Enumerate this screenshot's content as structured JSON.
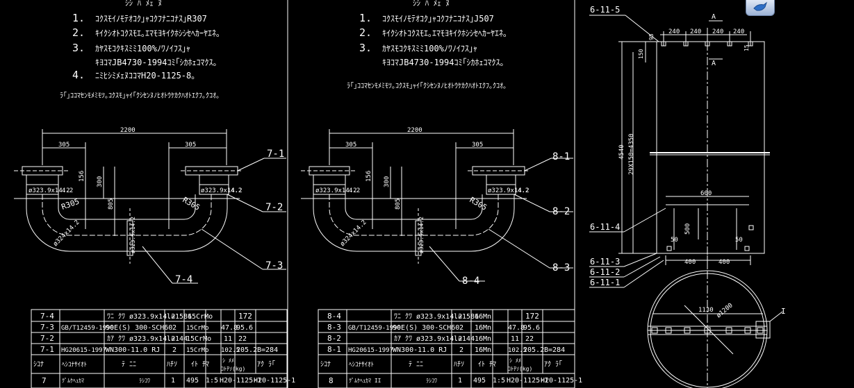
{
  "left": {
    "title_fragment": "ｼｼ   ﾊ   ﾒｪ   ﾇ",
    "notes": [
      {
        "n": "1.",
        "text": "ｺｸｽﾓｲﾉﾓﾃｵｺｸ｣ｬｺｸﾌﾅﾆｺﾅｽ｣R307"
      },
      {
        "n": "2.",
        "text": "ｷｲｸｼｵﾄｺｸｽﾓｴ｡ｴﾏﾓﾖｷｲｸﾎｼｼｾﾍｶｰﾔｴﾈ｡"
      },
      {
        "n": "3.",
        "text": "ｶﾔｽﾓｺｸｷｽﾐﾐ100%ﾉﾜﾉｲﾌｽ｣ｬ"
      },
      {
        "n": "",
        "text": "ｷﾖｺﾏJB4730-1994ｺﾐ｢ｼｶﾎｪｺﾏｸｽ｡"
      },
      {
        "n": "4.",
        "text": "ﾆﾐﾋｼﾐﾒｪﾇｺｺﾏH20-1125-8｡"
      }
    ],
    "footnote": "ﾗ｢｣ｺｺﾏｾﾝﾓﾒﾐﾓﾂ｡ｺｸｽﾓ｣ｬｲ｢ｸｼｾﾝﾇﾉﾋｵﾄｳｹｶｸﾊｵﾄｴｸﾌ｡ｸｺｵ｡"
  },
  "mid": {
    "title_fragment": "ｼｼ   ﾊ   ﾒｪ   ﾇ",
    "notes": [
      {
        "n": "1.",
        "text": "ｺｸｽﾓｲﾉﾓﾃｵｺｸ｣ｬｺｸﾌﾅﾆｺﾅｽ｣J507"
      },
      {
        "n": "2.",
        "text": "ｷｲｸｼｵﾄｺｸｽﾓｴ｡ｴﾏﾓﾖｷｲｸﾎｼｼｾﾍｶｰﾔｴﾈ｡"
      },
      {
        "n": "3.",
        "text": "ｶﾔｽﾓｺｸｷｽﾐﾐ100%ﾉﾜﾉｲﾌｽ｣ｬ"
      },
      {
        "n": "",
        "text": "ｷﾖｺﾏJB4730-1994ｺﾐ｢ｼｶﾎｪｺﾏｸｽ｡"
      }
    ],
    "footnote": "ﾗ｢｣ｺｺﾏｾﾝﾓﾒﾐﾓﾂ｡ｺｸｽﾓ｣ｬｲ｢ｸｼｾﾝﾇﾉﾋｵﾄｳｹｶｸﾊｵﾄｴｸﾌ｡ｸｺｵ｡"
  },
  "pipe_left": {
    "dims": {
      "total": "2200",
      "a": "305",
      "b": "305",
      "h156": "156",
      "h300": "300",
      "h805": "805",
      "r": "R305",
      "phi": "ø323.9x14.2",
      "phi2": "ø324x14.2",
      "wall": "4.2",
      "tube": "ø323.9x14.2"
    },
    "callouts": [
      "7-1",
      "7-2",
      "7-3",
      "7-4"
    ]
  },
  "pipe_mid": {
    "dims": {
      "total": "2200",
      "a": "305",
      "b": "305",
      "h156": "156",
      "h300": "300",
      "h805": "805",
      "r": "R305",
      "phi": "ø323.9x14.2",
      "phi2": "ø324x14.2",
      "wall": "4.2",
      "tube": "ø323.9x14.2"
    },
    "callouts": [
      "8-1",
      "8-2",
      "8-3",
      "8-4"
    ]
  },
  "bom_left": {
    "rows": [
      [
        "7-4",
        "",
        "ﾜﾆ  ｸﾜ ø323.9x14.2",
        "l=1586",
        "15CrMo",
        "",
        "172",
        ""
      ],
      [
        "7-3",
        "GB/T12459-1990",
        "90E(S) 300-SCH60",
        "2",
        "15CrMo",
        "47.8",
        "95.6",
        ""
      ],
      [
        "7-2",
        "",
        "ｶｱ  ｸﾜ ø323.9x14.2",
        "l=144",
        "15CrMo",
        "11",
        "22",
        ""
      ],
      [
        "7-1",
        "HG20615-1997",
        "WN300-11.0 RJ",
        "2",
        "15CrMo",
        "102.5",
        "205.2",
        "B=284"
      ]
    ],
    "header": [
      "ｼｺﾅ",
      "ﾍｼｺﾅｻｲｵﾄ",
      "ﾃ   ﾆﾆ",
      "ﾊﾁｿ",
      "ｲﾄ   ﾁﾏ",
      "ｼ    ﾒﾒ",
      "ｺﾄﾁｿ(kg)",
      "ｱｸ   ﾗ｢"
    ],
    "footer": [
      "7",
      "ｸﾟﾑｹﾍｭｶﾏ",
      "ﾗｼｺﾜ",
      "1",
      "495",
      "1:5",
      "H20-1125-1",
      "H20-1125-1"
    ]
  },
  "bom_mid": {
    "rows": [
      [
        "8-4",
        "",
        "ﾜﾆ  ｸﾜ ø323.9x14.2",
        "l=1586",
        "16Mn",
        "",
        "172",
        ""
      ],
      [
        "8-3",
        "GB/T12459-1990",
        "90E(S) 300-SCH60",
        "2",
        "16Mn",
        "47.8",
        "95.6",
        ""
      ],
      [
        "8-2",
        "",
        "ｶｱ  ｸﾜ ø323.9x14.2",
        "l=144",
        "16Mn",
        "11",
        "22",
        ""
      ],
      [
        "8-1",
        "HG20615-1997",
        "WN300-11.0 RJ",
        "2",
        "16Mn",
        "102.5",
        "205.2",
        "B=284"
      ]
    ],
    "header": [
      "ｼｺﾅ",
      "ﾍｼｺﾅｻｲｵﾄ",
      "ﾃ   ﾆﾆ",
      "ﾊﾁｿ",
      "ｲﾄ   ﾁﾏ",
      "ｼ    ﾒﾒ",
      "ｺﾄﾁｿ(kg)",
      "ｱｸ   ﾗ｢"
    ],
    "footer": [
      "8",
      "ｸﾟﾑｹﾍｭｶﾏ  II",
      "ﾗｼｺﾜ",
      "1",
      "495",
      "1:5",
      "H20-1125-1",
      "H20-1125-1"
    ]
  },
  "right": {
    "labels": {
      "c5": "6-11-5",
      "c4": "6-11-4",
      "c3": "6-11-3",
      "c2": "6-11-2",
      "c1": "6-11-1",
      "A": "A",
      "A2": "A",
      "I": "I"
    },
    "dims": {
      "d240a": "240",
      "d240b": "240",
      "d240c": "240",
      "d240d": "240",
      "d95": "95",
      "d150": "150",
      "d15": "15",
      "d4540": "4540",
      "d29": "29X150=4350",
      "d600": "600",
      "d500": "500",
      "d50a": "50",
      "d50b": "50",
      "d400a": "400",
      "d400b": "400",
      "d1130": "1130",
      "d1200": "ø1200"
    }
  },
  "colors": {
    "bg": "#000000",
    "line": "#ffffff",
    "accent": "#6fb1e7"
  },
  "icons": {
    "corner_button": "bird-arrow-icon"
  }
}
